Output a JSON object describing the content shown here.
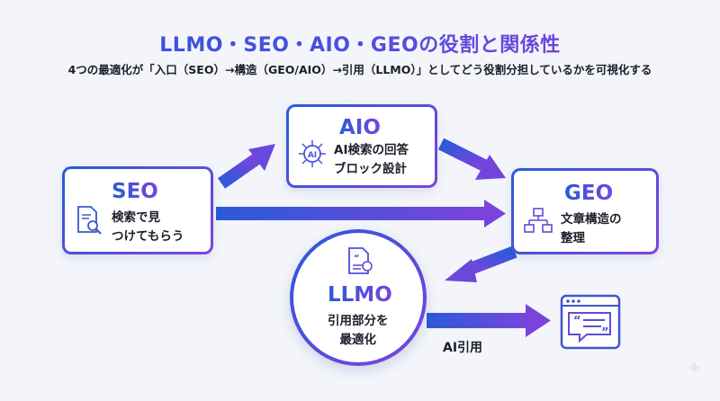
{
  "title": "LLMO・SEO・AIO・GEOの役割と関係性",
  "subtitle": "4つの最適化が「入口（SEO）→構造（GEO/AIO）→引用（LLMO）」としてどう役割分担しているかを可視化する",
  "nodes": {
    "seo": {
      "title": "SEO",
      "text": "検索で見\nつけてもらう",
      "icon": "document-search-icon"
    },
    "aio": {
      "title": "AIO",
      "text": "AI検索の回答\nブロック設計",
      "icon": "ai-chip-icon"
    },
    "geo": {
      "title": "GEO",
      "text": "文章構造の\n整理",
      "icon": "hierarchy-icon"
    },
    "llmo": {
      "title": "LLMO",
      "text": "引用部分を\n最適化",
      "icon": "quote-document-icon"
    },
    "ai_output": {
      "icon": "quote-window-icon"
    }
  },
  "edge_labels": {
    "ai_citation": "AI引用"
  },
  "colors": {
    "blue": "#2b5ad9",
    "purple": "#7a44dc",
    "background": "#f3f5fb"
  }
}
